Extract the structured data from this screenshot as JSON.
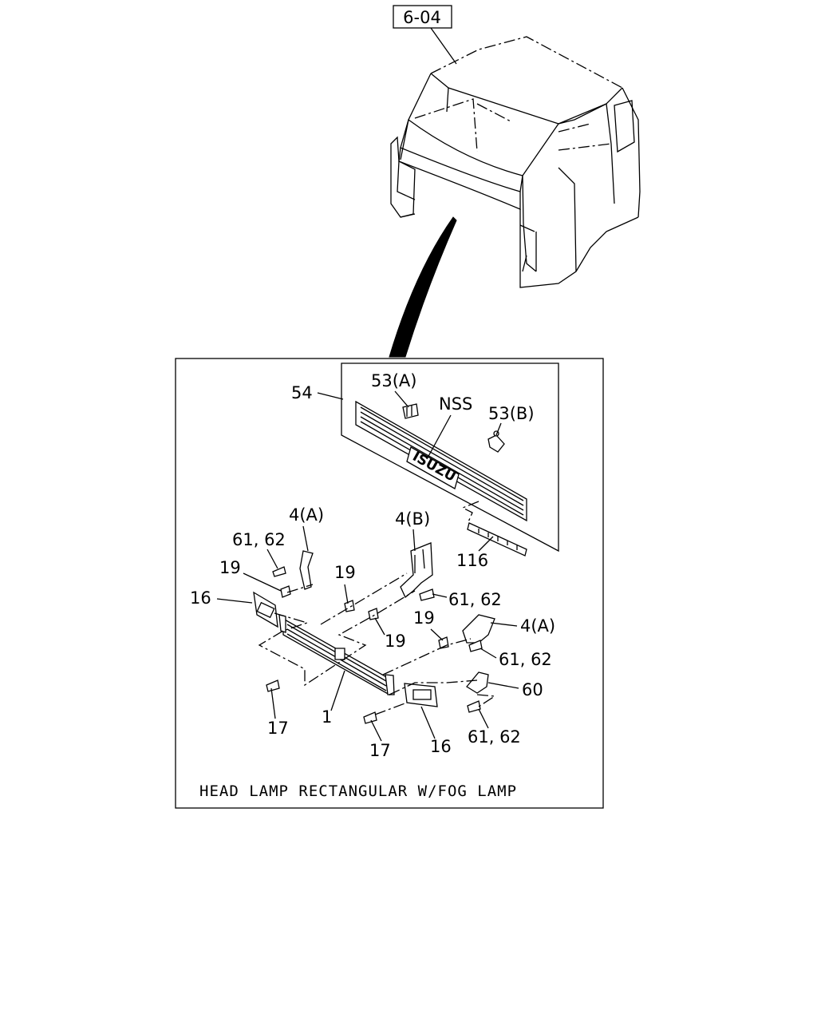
{
  "ref_box": "6-04",
  "logo_text": "ISUZU",
  "caption": "HEAD LAMP RECTANGULAR W/FOG LAMP",
  "callouts": {
    "p54": "54",
    "p53a": "53(A)",
    "pnss": "NSS",
    "p53b": "53(B)",
    "p116": "116",
    "p4a_left": "4(A)",
    "p4b": "4(B)",
    "p6162_a": "61, 62",
    "p19_a": "19",
    "p16_left": "16",
    "p19_b": "19",
    "p6162_b": "61, 62",
    "p19_c": "19",
    "p19_d": "19",
    "p4a_right": "4(A)",
    "p6162_c": "61, 62",
    "p60": "60",
    "p17_left": "17",
    "p1": "1",
    "p17_right": "17",
    "p16_right": "16",
    "p6162_d": "61, 62"
  }
}
